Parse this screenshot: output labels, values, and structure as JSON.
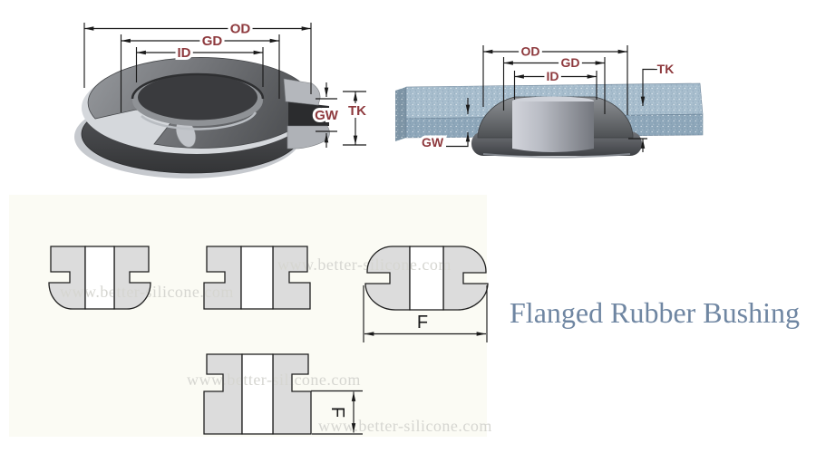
{
  "title": {
    "text": "Flanged Rubber Bushing",
    "color": "#6f86a2"
  },
  "watermark": {
    "text": "www.better-silicone.com",
    "color": "#d6d6d1"
  },
  "dim_labels": {
    "od": "OD",
    "gd": "GD",
    "id": "ID",
    "gw": "GW",
    "tk": "TK",
    "f": "F"
  },
  "colors": {
    "background": "#ffffff",
    "drawing_panel_background": "#fbfbf4",
    "dimension_label": "#8e3a3e",
    "dimension_line": "#1a1a1a",
    "mounting_panel_blue": "#a7bdcd",
    "rubber_dark_gray": "#55575a",
    "profile_fill": "#dcdcdc"
  }
}
